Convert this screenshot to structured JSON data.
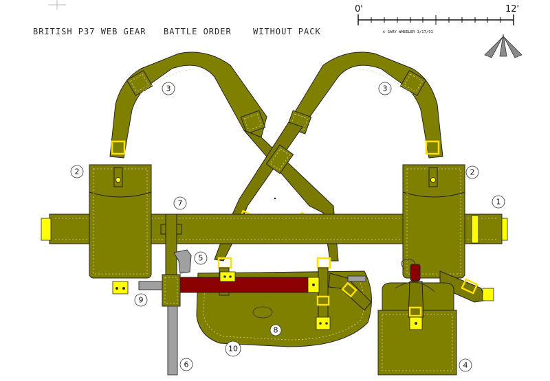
{
  "header": {
    "title": "BRITISH P37 WEB GEAR",
    "subtitle": "BATTLE ORDER",
    "note": "WITHOUT PACK"
  },
  "scale": {
    "start_label": "0'",
    "end_label": "12'"
  },
  "copyright": "© GARY WHEELER 3/17/91",
  "callouts": [
    "1",
    "2",
    "2",
    "3",
    "3",
    "4",
    "5",
    "6",
    "7",
    "8",
    "9",
    "10"
  ],
  "colors": {
    "webbing": "#808000",
    "brass": "#ffff00",
    "scabbard": "#8b0000",
    "steel": "#a0a0a0"
  },
  "icons": {
    "corner_cross": "crosshair-icon",
    "north_arrow": "arrow-cluster-icon"
  }
}
